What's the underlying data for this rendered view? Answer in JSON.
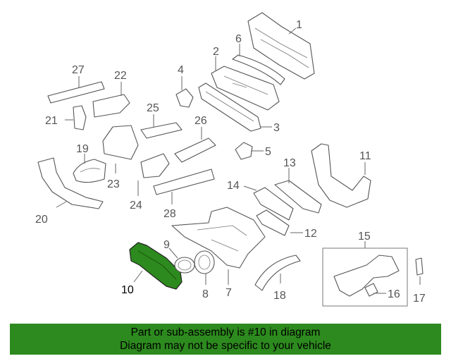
{
  "colors": {
    "highlight_part": "#2d8a1e",
    "banner_background": "#2d8a1e",
    "line": "#555555"
  },
  "callouts": [
    "1",
    "2",
    "3",
    "4",
    "5",
    "6",
    "7",
    "8",
    "9",
    "10",
    "11",
    "12",
    "13",
    "14",
    "15",
    "16",
    "17",
    "18",
    "19",
    "20",
    "21",
    "22",
    "23",
    "24",
    "25",
    "26",
    "27",
    "28"
  ],
  "highlighted_part": "10",
  "banner": {
    "line1": "Part or sub-assembly is #10 in diagram",
    "line2": "Diagram may not be specific to your vehicle"
  }
}
